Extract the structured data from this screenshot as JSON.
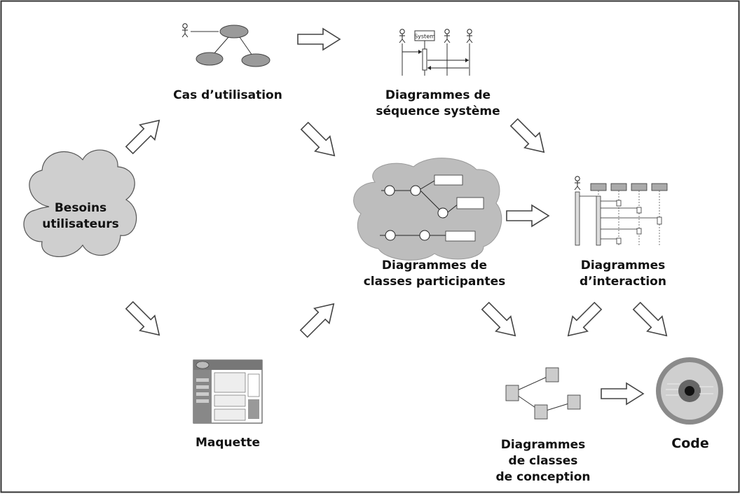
{
  "diagram": {
    "nodes": {
      "besoins": [
        "Besoins",
        "utilisateurs"
      ],
      "cas": [
        "Cas d’utilisation"
      ],
      "dss": [
        "Diagrammes de",
        "séquence système"
      ],
      "dcp": [
        "Diagrammes de",
        "classes participantes"
      ],
      "dint": [
        "Diagrammes",
        "d’interaction"
      ],
      "maquette": [
        "Maquette"
      ],
      "dcc": [
        "Diagrammes",
        "de classes",
        "de conception"
      ],
      "code": [
        "Code"
      ]
    },
    "icon_text": {
      "system_box": "System"
    },
    "edges": [
      {
        "from": "besoins",
        "to": "cas"
      },
      {
        "from": "cas",
        "to": "dss"
      },
      {
        "from": "cas",
        "to": "dcp"
      },
      {
        "from": "dss",
        "to": "dint"
      },
      {
        "from": "besoins",
        "to": "maquette"
      },
      {
        "from": "maquette",
        "to": "dcp"
      },
      {
        "from": "dcp",
        "to": "dint"
      },
      {
        "from": "dcp",
        "to": "dcc"
      },
      {
        "from": "dint",
        "to": "dcc"
      },
      {
        "from": "dint",
        "to": "code"
      },
      {
        "from": "dcc",
        "to": "code"
      }
    ],
    "colors": {
      "frame": "#333333",
      "ellipse_fill": "#9a9a9a",
      "cloud_fill": "#cfcfcf",
      "arrow_stroke": "#444444"
    }
  }
}
